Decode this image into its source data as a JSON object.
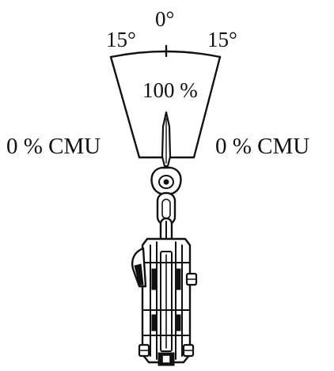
{
  "angle_labels": {
    "center": "0°",
    "left": "15°",
    "right": "15°"
  },
  "zone_label": "100 %",
  "side_labels": {
    "left": "0 % CMU",
    "right": "0 % CMU"
  }
}
